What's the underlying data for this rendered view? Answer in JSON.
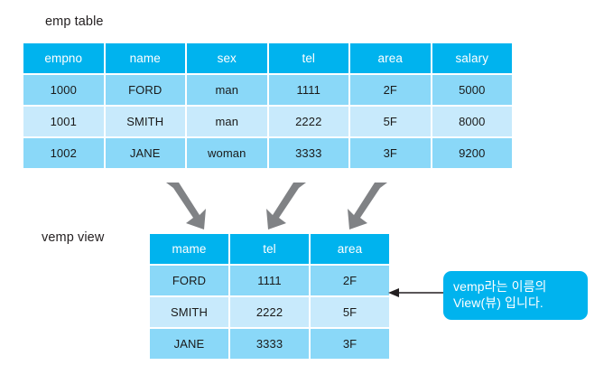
{
  "diagram": {
    "emp": {
      "caption": "emp table",
      "columns": [
        "empno",
        "name",
        "sex",
        "tel",
        "area",
        "salary"
      ],
      "rows": [
        [
          "1000",
          "FORD",
          "man",
          "1111",
          "2F",
          "5000"
        ],
        [
          "1001",
          "SMITH",
          "man",
          "2222",
          "5F",
          "8000"
        ],
        [
          "1002",
          "JANE",
          "woman",
          "3333",
          "3F",
          "9200"
        ]
      ]
    },
    "vemp": {
      "caption": "vemp view",
      "columns": [
        "mame",
        "tel",
        "area"
      ],
      "rows": [
        [
          "FORD",
          "1111",
          "2F"
        ],
        [
          "SMITH",
          "2222",
          "5F"
        ],
        [
          "JANE",
          "3333",
          "3F"
        ]
      ]
    },
    "callout": {
      "line1": "vemp라는 이름의",
      "line2": "View(뷰) 입니다."
    },
    "arrows": [
      {
        "name": "arrow-name-column",
        "direction": "down-right"
      },
      {
        "name": "arrow-tel-column",
        "direction": "down-left"
      },
      {
        "name": "arrow-area-column",
        "direction": "down-left"
      }
    ],
    "colors": {
      "header_blue": "#00b3ee",
      "row_blue_odd": "#8ad8f8",
      "row_blue_even": "#c8eafc",
      "arrow_grey": "#808285",
      "text_dark": "#231f20",
      "background": "#ffffff"
    }
  }
}
